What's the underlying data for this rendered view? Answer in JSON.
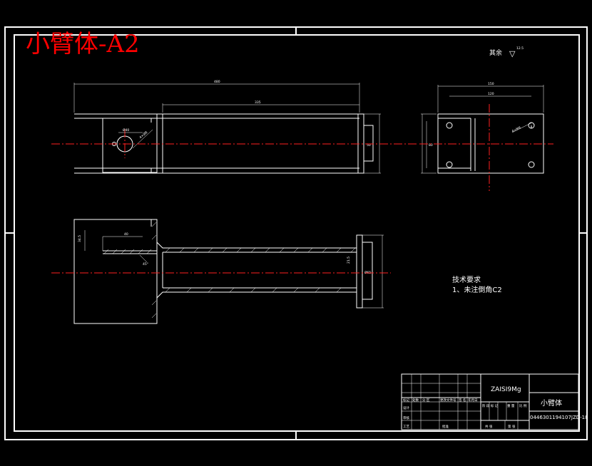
{
  "title_overlay": "小臂体-A2",
  "surface_note": {
    "label": "其余",
    "symbol": "▽",
    "value": "12.5"
  },
  "tech_requirements": {
    "heading": "技术要求",
    "items": [
      "1、未注倒角C2"
    ]
  },
  "title_block": {
    "material": "ZAISI9Mg",
    "part_name": "小臂体",
    "drawing_number": "0446301194107JZD-18",
    "row_labels": [
      "标记",
      "设计",
      "审核",
      "工艺"
    ],
    "header_cells": [
      "处数",
      "分 区",
      "更改文件号",
      "签 名",
      "年月日"
    ],
    "stage_labels": [
      "阶 段 标 记",
      "重 量",
      "比 例"
    ],
    "bottom_labels": [
      "共 张",
      "第 张"
    ],
    "approve_label": "批准"
  },
  "colors": {
    "background": "#000000",
    "lines": "#ffffff",
    "centerlines": "#ff2020",
    "overlay_text": "#ff0000"
  }
}
